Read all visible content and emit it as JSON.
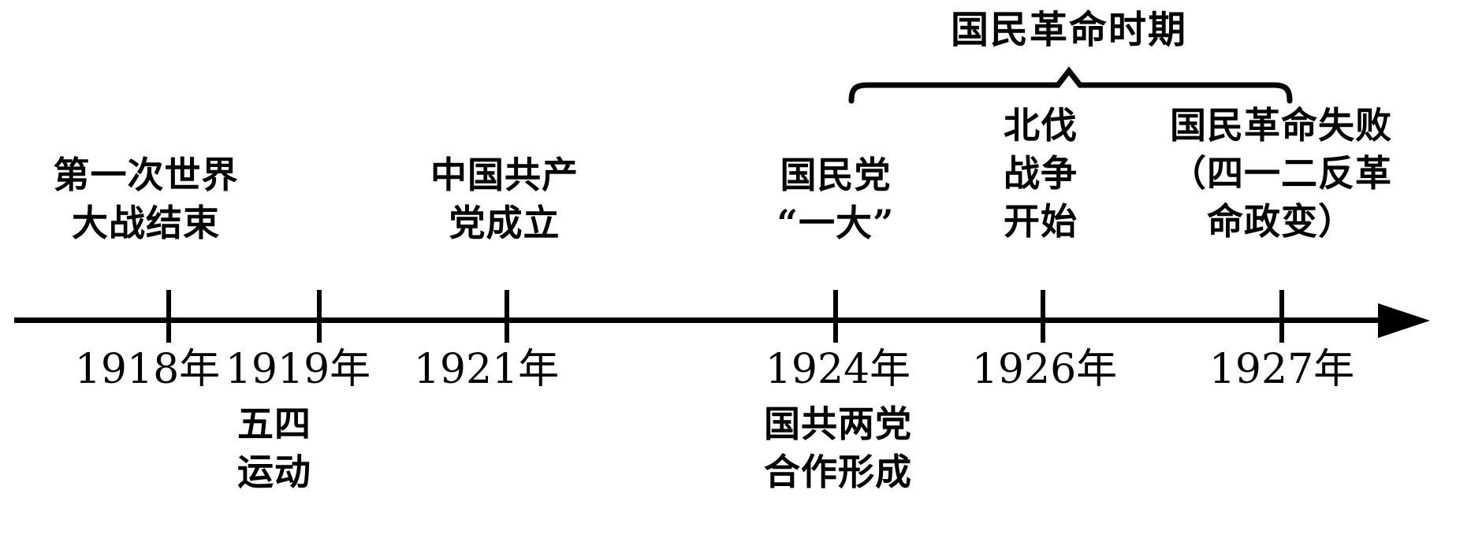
{
  "diagram": {
    "type": "historical-timeline",
    "language": "zh-CN",
    "axis": {
      "direction": "left-to-right",
      "arrow": "right-arrow"
    },
    "period_bracket": {
      "label": "国民革命时期",
      "span_start_year": "1924年",
      "span_end_year": "1927年"
    },
    "events": [
      {
        "year": "1918年",
        "above_label": "第一次世界\n大战结束",
        "below_label": ""
      },
      {
        "year": "1919年",
        "above_label": "",
        "below_label": "五四\n运动"
      },
      {
        "year": "1921年",
        "above_label": "中国共产\n党成立",
        "below_label": ""
      },
      {
        "year": "1924年",
        "above_label": "国民党\n“一大”",
        "below_label": "国共两党\n合作形成"
      },
      {
        "year": "1926年",
        "above_label": "北伐\n战争\n开始",
        "below_label": ""
      },
      {
        "year": "1927年",
        "above_label": "国民革命失败\n（四一二反革\n命政变）",
        "below_label": ""
      }
    ]
  }
}
